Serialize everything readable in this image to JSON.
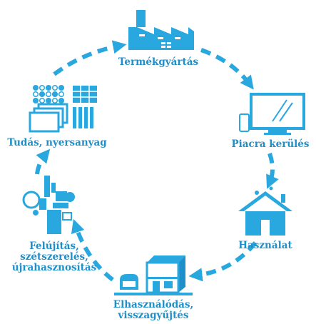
{
  "colors": {
    "accent": "#29a8e0",
    "ink": "#1f8fc9",
    "bg": "#ffffff"
  },
  "stages": {
    "production": {
      "label": "Termékgyártás",
      "icon": "factory-icon"
    },
    "market": {
      "label": "Piacra kerülés",
      "icon": "monitor-phone-icon"
    },
    "use": {
      "label": "Használat",
      "icon": "house-icon"
    },
    "wear": {
      "lines": [
        "Elhasználódás,",
        "visszagyűjtés"
      ],
      "icon": "collection-building-icon"
    },
    "recycle": {
      "lines": [
        "Felújítás,",
        "szétszerelés,",
        "újrahasznosítás"
      ],
      "icon": "parts-icon"
    },
    "knowledge": {
      "label": "Tudás, nyersanyag",
      "icon": "materials-icon"
    }
  }
}
